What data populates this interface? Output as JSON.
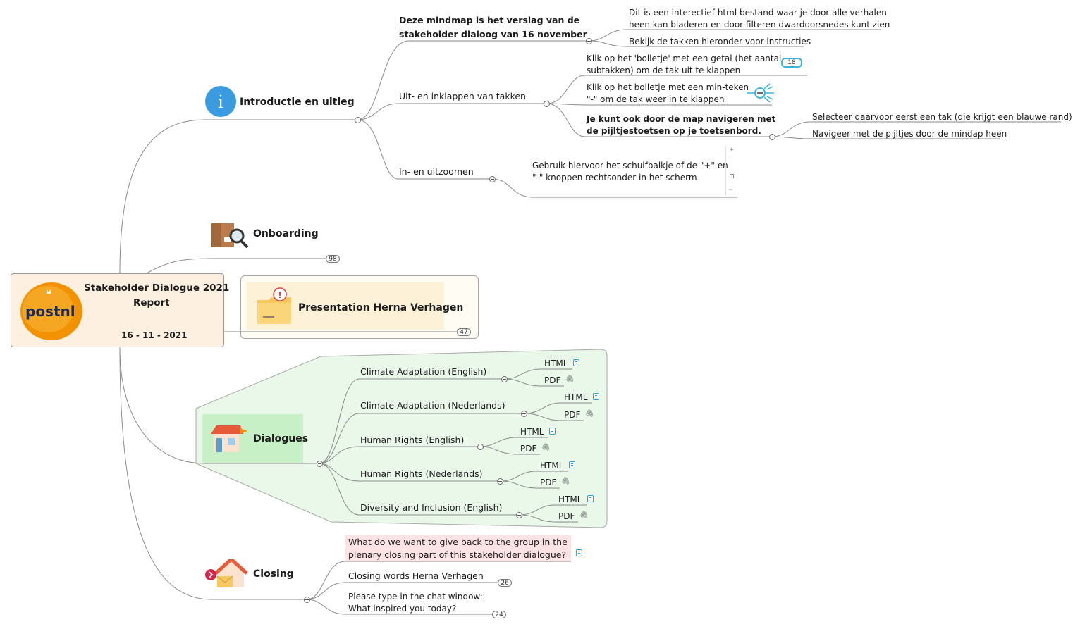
{
  "root": {
    "title_line1": "Stakeholder Dialogue 2021",
    "title_line2": "Report",
    "date": "16 - 11 - 2021",
    "logo_text": "postnl",
    "brand_color": "#f39200"
  },
  "intro": {
    "label": "Introductie en uitleg",
    "icon": "info-icon",
    "main_line1": "Deze mindmap is het verslag van de",
    "main_line2": "stakeholder dialoog van 16 november",
    "desc_line1": "Dit is een interectief html bestand waar je door alle verhalen",
    "desc_line2": "heen kan bladeren en door filteren dwardoorsnedes kunt zien",
    "instr": "Bekijk de takken hieronder voor instructies",
    "fold_label": "Uit- en inklappen van takken",
    "fold_1_line1": "Klik op het 'bolletje' met een getal (het aantal",
    "fold_1_line2": "subtakken) om de tak uit te klappen",
    "fold_1_badge": "18",
    "fold_2_line1": "Klik op het bolletje met een min-teken",
    "fold_2_line2": "\"-\" om de tak weer in te klappen",
    "nav_line1": "Je kunt ook door de map navigeren met",
    "nav_line2": "de pijltjestoetsen op je toetsenbord.",
    "nav_1": "Selecteer daarvoor eerst een tak (die krijgt een blauwe rand)",
    "nav_2": "Navigeer met de pijltjes door de mindap heen",
    "zoom_label": "In- en uitzoomen",
    "zoom_line1": "Gebruik hiervoor het schuifbalkje of de \"+\" en",
    "zoom_line2": "\"-\" knoppen rechtsonder in het scherm",
    "zoom_plus": "+",
    "zoom_minus": "–"
  },
  "onboarding": {
    "label": "Onboarding",
    "count": "98",
    "icon": "package-search-icon"
  },
  "presentation": {
    "label": "Presentation Herna Verhagen",
    "count": "47",
    "icon": "folder-alert-icon"
  },
  "dialogues": {
    "label": "Dialogues",
    "icon": "house-icon",
    "group_bg": "#eaf8ea",
    "items": [
      {
        "label": "Climate Adaptation (English)",
        "html": "HTML",
        "pdf": "PDF"
      },
      {
        "label": "Climate Adaptation (Nederlands)",
        "html": "HTML",
        "pdf": "PDF"
      },
      {
        "label": "Human Rights (English)",
        "html": "HTML",
        "pdf": "PDF"
      },
      {
        "label": "Human Rights (Nederlands)",
        "html": "HTML",
        "pdf": "PDF"
      },
      {
        "label": "Diversity and Inclusion (English)",
        "html": "HTML",
        "pdf": "PDF"
      }
    ]
  },
  "closing": {
    "label": "Closing",
    "icon": "house-mail-icon",
    "q_line1": "What do we want to give back to the group in the",
    "q_line2": "plenary closing part of this stakeholder dialogue?",
    "words": "Closing words Herna Verhagen",
    "words_count": "26",
    "chat_line1": "Please type in the chat window:",
    "chat_line2": "What inspired you today?",
    "chat_count": "24"
  },
  "line_color": "#8a8a8a"
}
